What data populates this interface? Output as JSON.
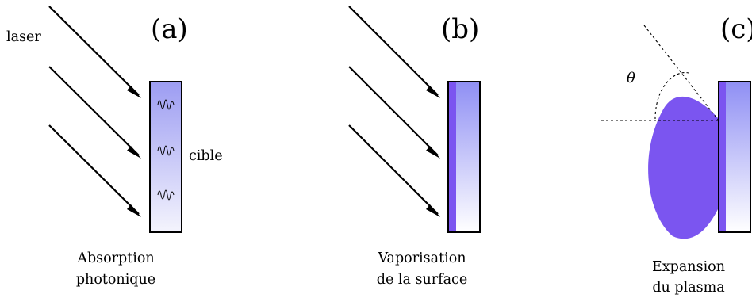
{
  "labels": {
    "panel_a": "(a)",
    "panel_b": "(b)",
    "panel_c": "(c)",
    "laser": "laser",
    "target": "cible",
    "angle": "θ"
  },
  "captions": {
    "a": [
      "Absorption",
      "photonique"
    ],
    "b": [
      "Vaporisation",
      "de la surface"
    ],
    "c": [
      "Expansion",
      "du plasma"
    ]
  },
  "colors": {
    "target_top": "#8f8ff4",
    "target_bottom": "#ffffff",
    "target_a_fill": "#c8c8f6",
    "plasma": "#7b55f0",
    "vapor_layer": "#7b55f0",
    "stroke": "#000000"
  }
}
